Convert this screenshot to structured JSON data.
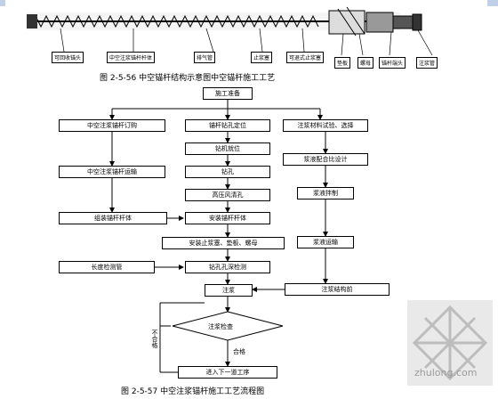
{
  "figure1": {
    "caption": "图 2-5-56 中空锚杆结构示意图中空锚杆施工工艺",
    "callouts": [
      "可回收锚头",
      "中空注浆锚杆杆体",
      "排气管",
      "止浆塞",
      "可退式止浆塞",
      "垫板",
      "螺母",
      "锚杆端头",
      "注浆管"
    ]
  },
  "flowchart": {
    "start": "施工准备",
    "left_column": [
      "中空注浆锚杆订购",
      "中空注浆锚杆运输",
      "组装锚杆杆体"
    ],
    "middle_column": [
      "锚杆钻孔定位",
      "钻机就位",
      "钻孔",
      "高压风清孔",
      "安装锚杆杆体",
      "安装止浆塞、垫板、螺母",
      "钻孔孔深检测",
      "注浆"
    ],
    "right_column": [
      "注浆材料试验、选择",
      "浆液配合比设计",
      "浆液拌制",
      "浆液运输",
      "注浆结构前"
    ],
    "check_left": "长度检测管",
    "decision": "注浆检查",
    "no_label": "不合格",
    "yes_label": "合格",
    "end": "进入下一道工序"
  },
  "figure2": {
    "caption": "图 2-5-57 中空注浆锚杆施工工艺流程图"
  },
  "watermark": {
    "text": "zhulong.com"
  }
}
